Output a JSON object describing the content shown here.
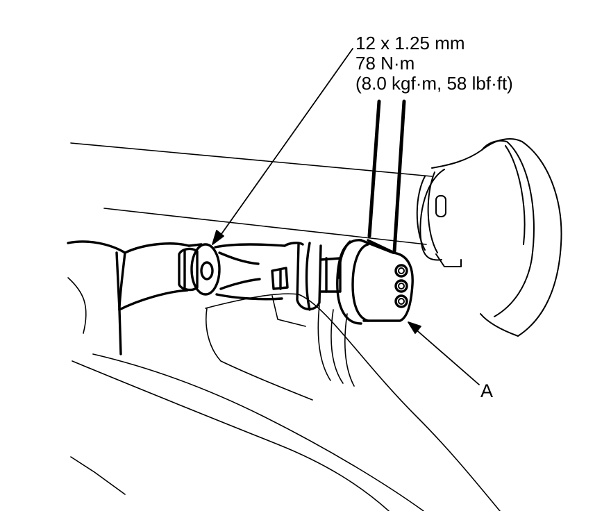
{
  "torque_spec": {
    "thread_size": "12 x 1.25 mm",
    "torque_nm": "78 N·m",
    "torque_alt": "(8.0 kgf·m, 58 lbf·ft)"
  },
  "callouts": {
    "a_label": "A"
  },
  "colors": {
    "line": "#000000",
    "background": "#ffffff"
  }
}
